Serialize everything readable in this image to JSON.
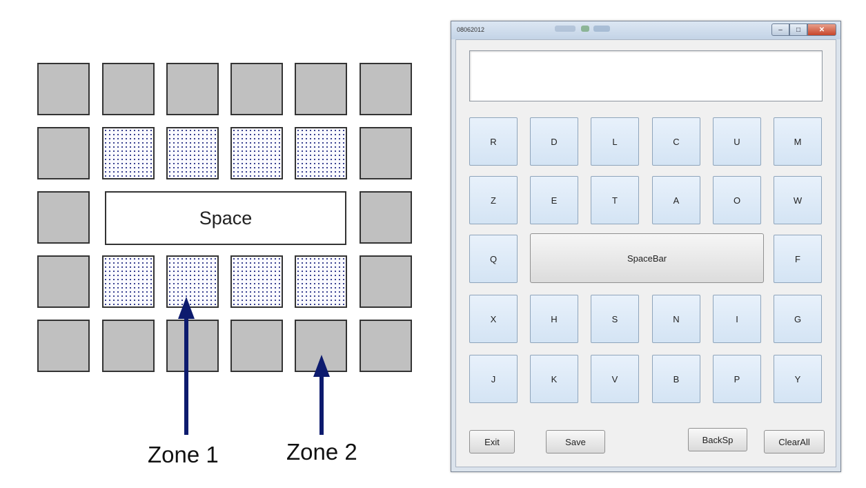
{
  "diagram": {
    "space_label": "Space",
    "zone1_label": "Zone 1",
    "zone2_label": "Zone 2",
    "colors": {
      "outer_key": "#c0c0c0",
      "inner_dots": "#1a237e",
      "arrow": "#0d1b6e"
    }
  },
  "window": {
    "title": "08062012",
    "keyboard": {
      "rows": [
        [
          "R",
          "D",
          "L",
          "C",
          "U",
          "M"
        ],
        [
          "Z",
          "E",
          "T",
          "A",
          "O",
          "W"
        ],
        [
          "Q",
          "F"
        ],
        [
          "X",
          "H",
          "S",
          "N",
          "I",
          "G"
        ],
        [
          "J",
          "K",
          "V",
          "B",
          "P",
          "Y"
        ]
      ],
      "spacebar_label": "SpaceBar"
    },
    "buttons": {
      "exit": "Exit",
      "save": "Save",
      "backspace": "BackSp",
      "clearall": "ClearAll"
    }
  }
}
